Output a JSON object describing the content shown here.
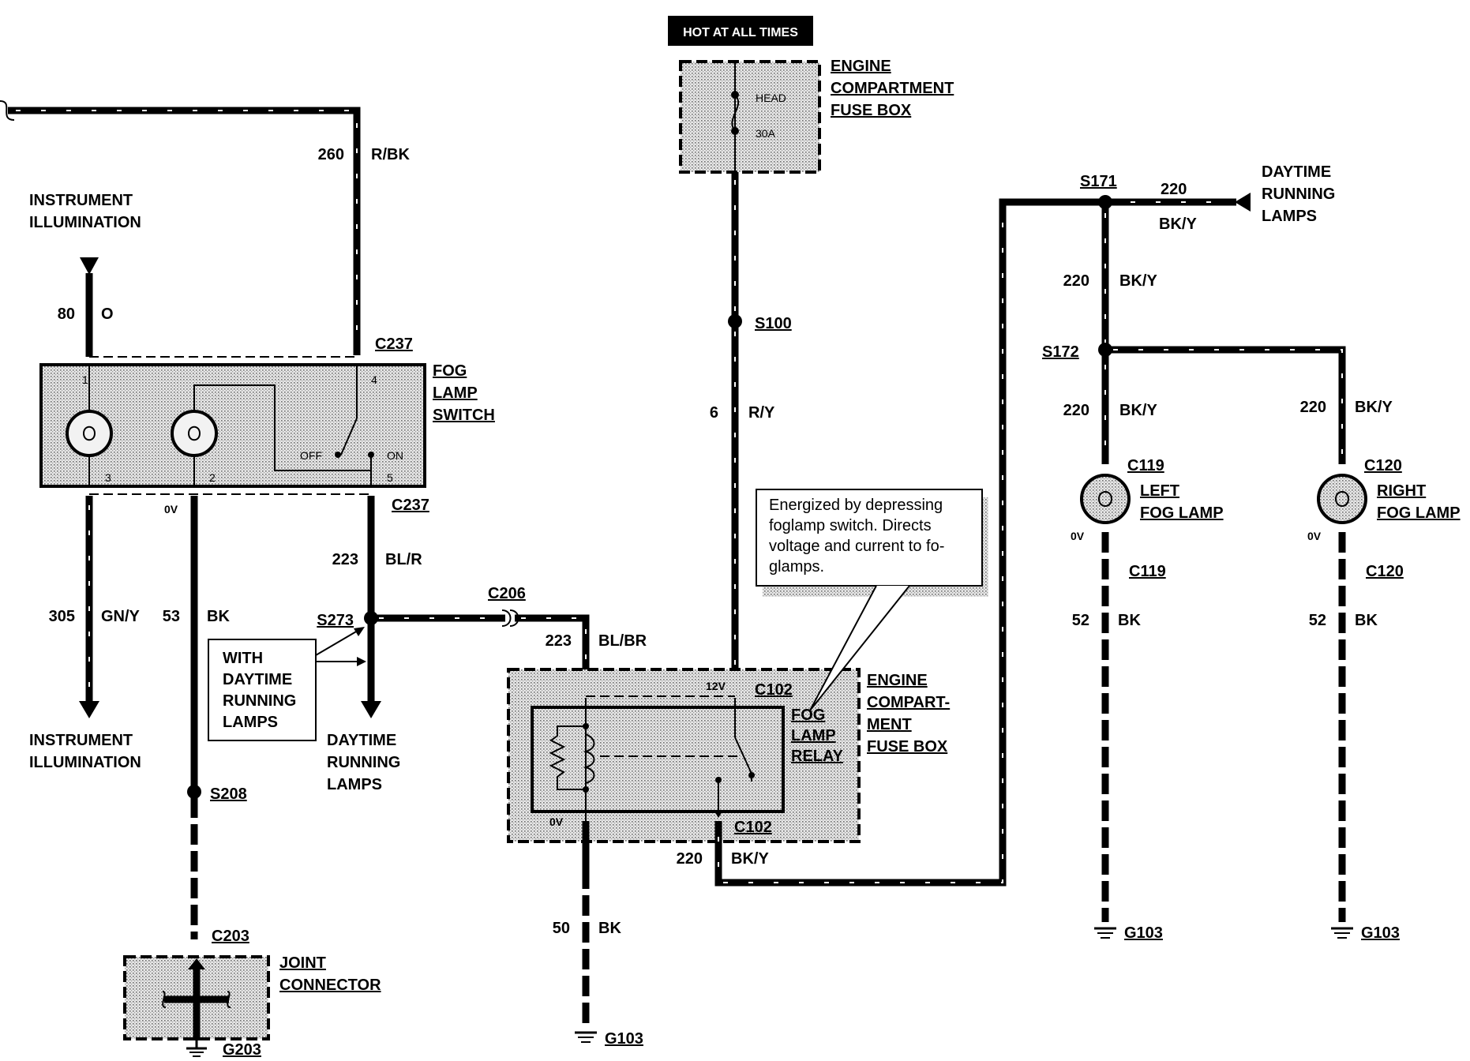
{
  "hot_label": "HOT AT ALL TIMES",
  "engine_fuse_box_top": [
    "ENGINE",
    "COMPARTMENT",
    "FUSE BOX"
  ],
  "fuse": {
    "name": "HEAD",
    "rating": "30A"
  },
  "instrument_illumination_top": [
    "INSTRUMENT",
    "ILLUMINATION"
  ],
  "instrument_illumination_bottom": [
    "INSTRUMENT",
    "ILLUMINATION"
  ],
  "fog_lamp_switch": [
    "FOG",
    "LAMP",
    "SWITCH"
  ],
  "switch_positions": {
    "off": "OFF",
    "on": "ON"
  },
  "switch_pins": [
    "1",
    "2",
    "3",
    "4",
    "5"
  ],
  "wires": {
    "w260": {
      "num": "260",
      "color": "R/BK"
    },
    "w80": {
      "num": "80",
      "color": "O"
    },
    "w305": {
      "num": "305",
      "color": "GN/Y"
    },
    "w53": {
      "num": "53",
      "color": "BK"
    },
    "w223a": {
      "num": "223",
      "color": "BL/R"
    },
    "w223b": {
      "num": "223",
      "color": "BL/BR"
    },
    "w6": {
      "num": "6",
      "color": "R/Y"
    },
    "w50": {
      "num": "50",
      "color": "BK"
    },
    "w220a": {
      "num": "220",
      "color": "BK/Y"
    },
    "w220b": {
      "num": "220",
      "color": "BK/Y"
    },
    "w220c": {
      "num": "220",
      "color": "BK/Y"
    },
    "w220d": {
      "num": "220",
      "color": "BK/Y"
    },
    "w220e": {
      "num": "220",
      "color": "BK/Y"
    },
    "w52a": {
      "num": "52",
      "color": "BK"
    },
    "w52b": {
      "num": "52",
      "color": "BK"
    }
  },
  "connectors": {
    "c237_top": "C237",
    "c237_bot": "C237",
    "c206": "C206",
    "c102_top": "C102",
    "c102_bot": "C102",
    "c203": "C203",
    "c119_top": "C119",
    "c119_bot": "C119",
    "c120_top": "C120",
    "c120_bot": "C120"
  },
  "splices": {
    "s100": "S100",
    "s171": "S171",
    "s172": "S172",
    "s273": "S273",
    "s208": "S208"
  },
  "grounds": {
    "g203": "G203",
    "g103_relay": "G103",
    "g103_left": "G103",
    "g103_right": "G103"
  },
  "voltages": {
    "zero_switch": "0V",
    "zero_relay": "0V",
    "twelve_relay": "12V",
    "zero_left": "0V",
    "zero_right": "0V"
  },
  "with_drl": [
    "WITH",
    "DAYTIME",
    "RUNNING",
    "LAMPS"
  ],
  "drl_bottom": [
    "DAYTIME",
    "RUNNING",
    "LAMPS"
  ],
  "drl_right": [
    "DAYTIME",
    "RUNNING",
    "LAMPS"
  ],
  "engine_fuse_box_relay": [
    "ENGINE",
    "COMPART-",
    "MENT",
    "FUSE BOX"
  ],
  "fog_lamp_relay": [
    "FOG",
    "LAMP",
    "RELAY"
  ],
  "callout": [
    "Energized by depressing",
    "foglamp switch. Directs",
    "voltage and current to fo-",
    "glamps."
  ],
  "joint_connector": [
    "JOINT",
    "CONNECTOR"
  ],
  "left_fog_lamp": [
    "LEFT",
    "FOG LAMP"
  ],
  "right_fog_lamp": [
    "RIGHT",
    "FOG LAMP"
  ]
}
